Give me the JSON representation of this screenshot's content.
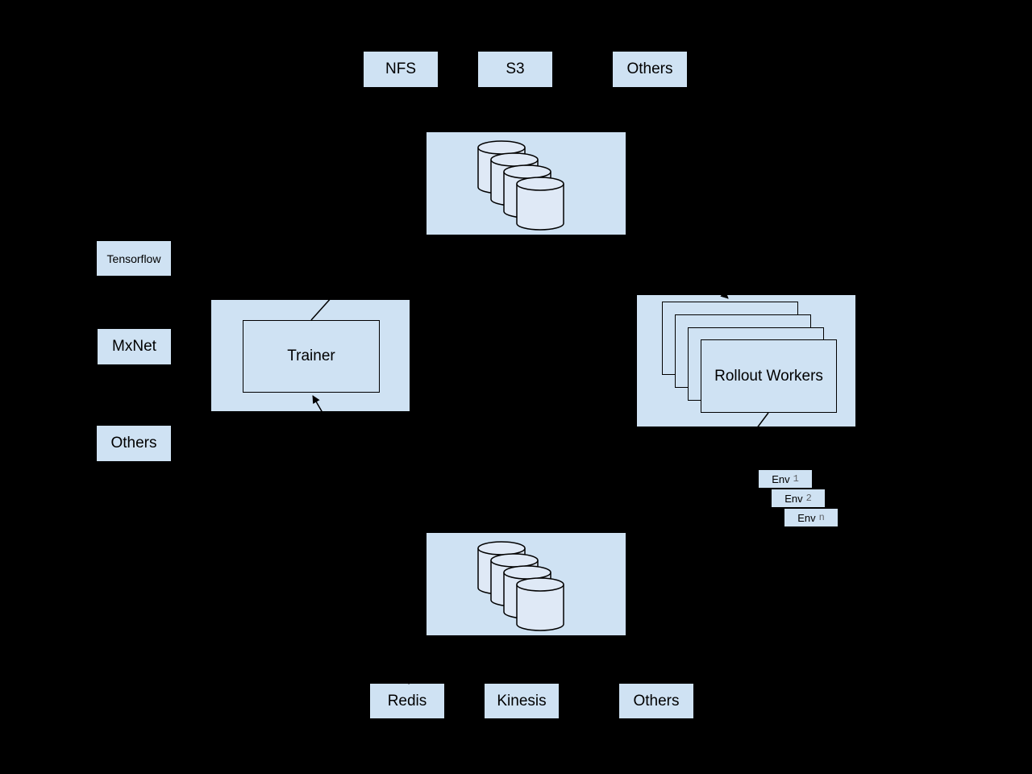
{
  "colors": {
    "background": "#000000",
    "box_fill": "#cfe2f3",
    "cylinder_fill": "#dfe9f6",
    "stroke": "#000000",
    "text": "#000000",
    "env_number": "#5f6368"
  },
  "top_storage": {
    "items": [
      "NFS",
      "S3",
      "Others"
    ]
  },
  "model_store": {
    "icon": "database-cylinders",
    "cylinder_count": 4
  },
  "frameworks": {
    "items": [
      "Tensorflow",
      "MxNet",
      "Others"
    ]
  },
  "trainer": {
    "label": "Trainer"
  },
  "rollout_workers": {
    "label": "Rollout Workers",
    "stack_count": 4
  },
  "environments": {
    "items": [
      {
        "label": "Env",
        "index": "1"
      },
      {
        "label": "Env",
        "index": "2"
      },
      {
        "label": "Env",
        "index": "n"
      }
    ]
  },
  "replay_store": {
    "icon": "database-cylinders",
    "cylinder_count": 4
  },
  "bottom_queues": {
    "items": [
      "Redis",
      "Kinesis",
      "Others"
    ]
  }
}
